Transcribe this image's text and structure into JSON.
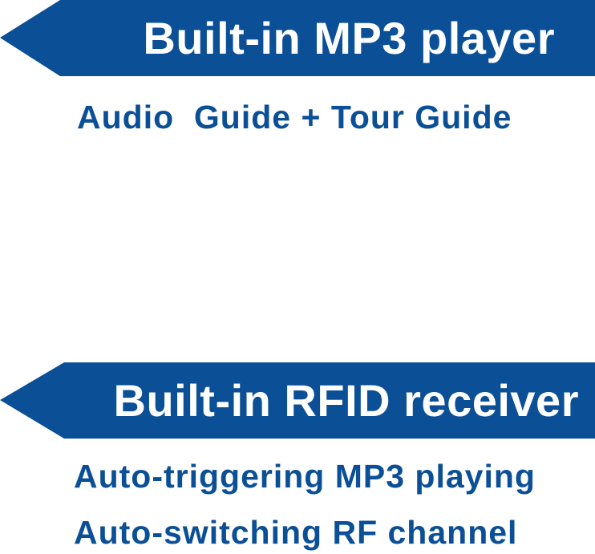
{
  "section1": {
    "title": "Built-in MP3 player",
    "caption": "Audio  Guide + Tour Guide"
  },
  "section2": {
    "title": "Built-in RFID receiver",
    "lines": [
      "Auto-triggering MP3 playing",
      "Auto-switching RF channel"
    ]
  },
  "colors": {
    "banner": "#0b4f96",
    "banner_text": "#ffffff",
    "caption_text": "#0b4f96"
  }
}
